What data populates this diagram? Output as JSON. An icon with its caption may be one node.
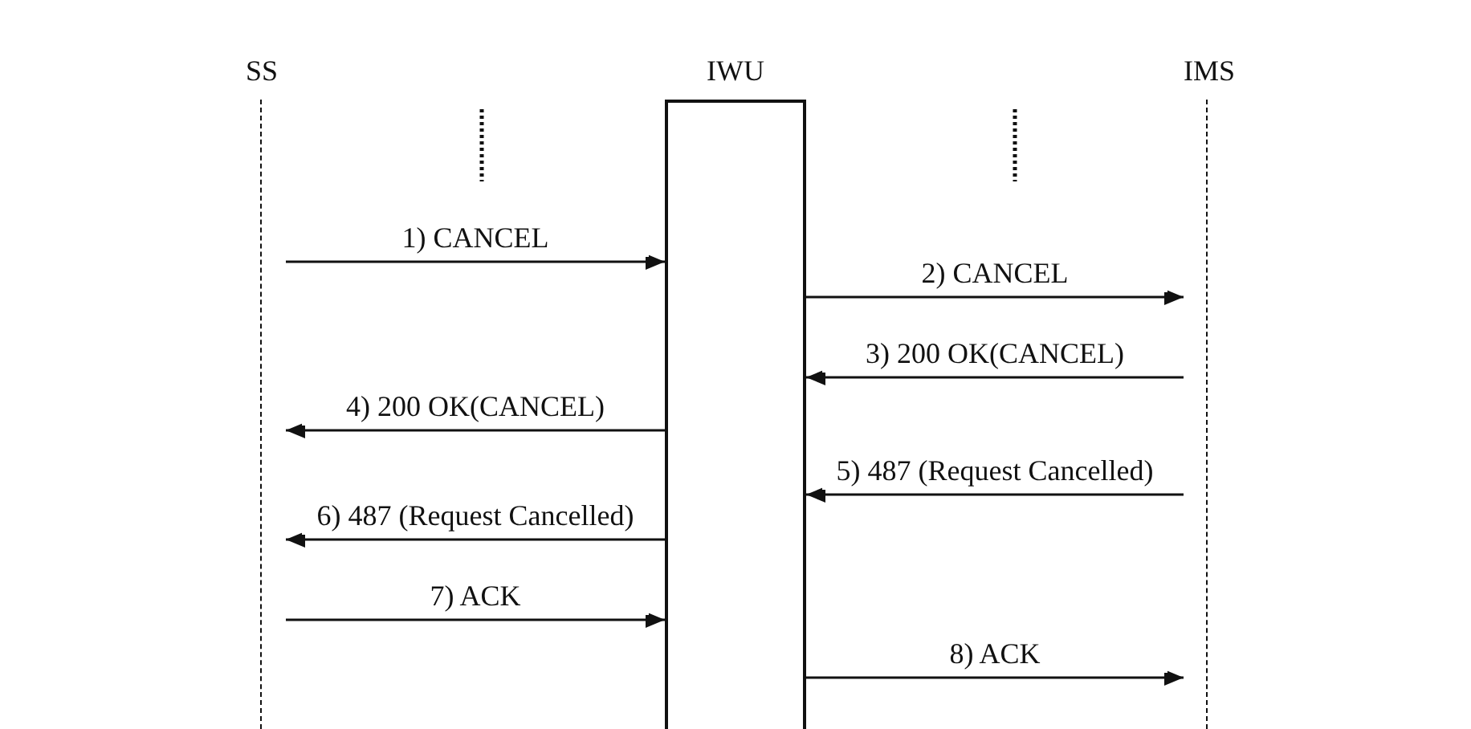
{
  "diagram": {
    "nodes": [
      {
        "text": [
          "SS"
        ]
      },
      {
        "text": [
          "IWU"
        ]
      },
      {
        "text": [
          "IMS"
        ]
      }
    ],
    "edges": [
      {
        "from": 0,
        "to": 1,
        "arrow": "to",
        "label": "1) CANCEL"
      },
      {
        "from": 1,
        "to": 2,
        "arrow": "to",
        "label": "2) CANCEL"
      },
      {
        "from": 2,
        "to": 1,
        "arrow": "to",
        "label": "3) 200 OK(CANCEL)"
      },
      {
        "from": 1,
        "to": 0,
        "arrow": "to",
        "label": "4) 200 OK(CANCEL)"
      },
      {
        "from": 2,
        "to": 1,
        "arrow": "to",
        "label": "5) 487 (Request Cancelled)"
      },
      {
        "from": 1,
        "to": 0,
        "arrow": "to",
        "label": "6) 487 (Request Cancelled)"
      },
      {
        "from": 0,
        "to": 1,
        "arrow": "to",
        "label": "7) ACK"
      },
      {
        "from": 1,
        "to": 2,
        "arrow": "to",
        "label": "8) ACK"
      }
    ]
  }
}
